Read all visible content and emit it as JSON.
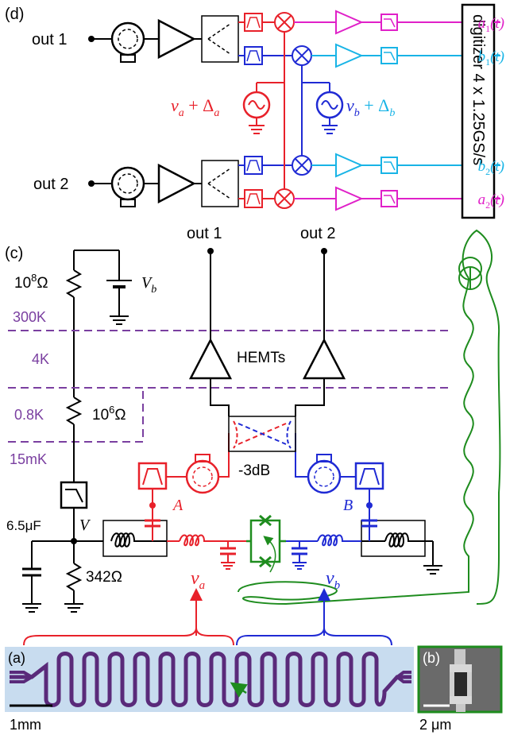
{
  "colors": {
    "black": "#000000",
    "red": "#e8212a",
    "blue": "#1f2ad4",
    "cyan": "#18b4e6",
    "magenta": "#e020c8",
    "green": "#1e8c1e",
    "purple": "#7a3fa0",
    "chip_bg": "#c8dcef",
    "chip_purple": "#5a2a7a"
  },
  "panel_d": {
    "tag": "(d)",
    "out1": "out 1",
    "out2": "out 2",
    "digitizer": "digitizer 4 x 1.25GS/s",
    "lo_a": {
      "main": "ν",
      "sub": "a",
      "plus": " + Δ",
      "sub2": "a"
    },
    "lo_b": {
      "main": "ν",
      "sub": "b",
      "plus": " + Δ",
      "sub2": "b"
    },
    "outputs": [
      {
        "name": "a",
        "sub": "1",
        "arg": "(t)",
        "color": "magenta"
      },
      {
        "name": "b",
        "sub": "1",
        "arg": "(t)",
        "color": "cyan"
      },
      {
        "name": "b",
        "sub": "2",
        "arg": "(t)",
        "color": "cyan"
      },
      {
        "name": "a",
        "sub": "2",
        "arg": "(t)",
        "color": "magenta"
      }
    ]
  },
  "panel_c": {
    "tag": "(c)",
    "out1": "out 1",
    "out2": "out 2",
    "r1": "10",
    "r1_exp": "8",
    "r1_unit": "Ω",
    "vb": "V",
    "vb_sub": "b",
    "t300": "300K",
    "t4": "4K",
    "t08": "0.8K",
    "t15": "15mK",
    "r2": "10",
    "r2_exp": "6",
    "r2_unit": "Ω",
    "hemts": "HEMTs",
    "coupler": "-3dB",
    "cap": "6.5μF",
    "v": "V",
    "r3": "342Ω",
    "A": "A",
    "B": "B",
    "nu_a": "ν",
    "nu_a_sub": "a",
    "nu_b": "ν",
    "nu_b_sub": "b"
  },
  "panel_a": {
    "tag": "(a)",
    "scale": "1mm"
  },
  "panel_b": {
    "tag": "(b)",
    "scale": "2 μm"
  }
}
